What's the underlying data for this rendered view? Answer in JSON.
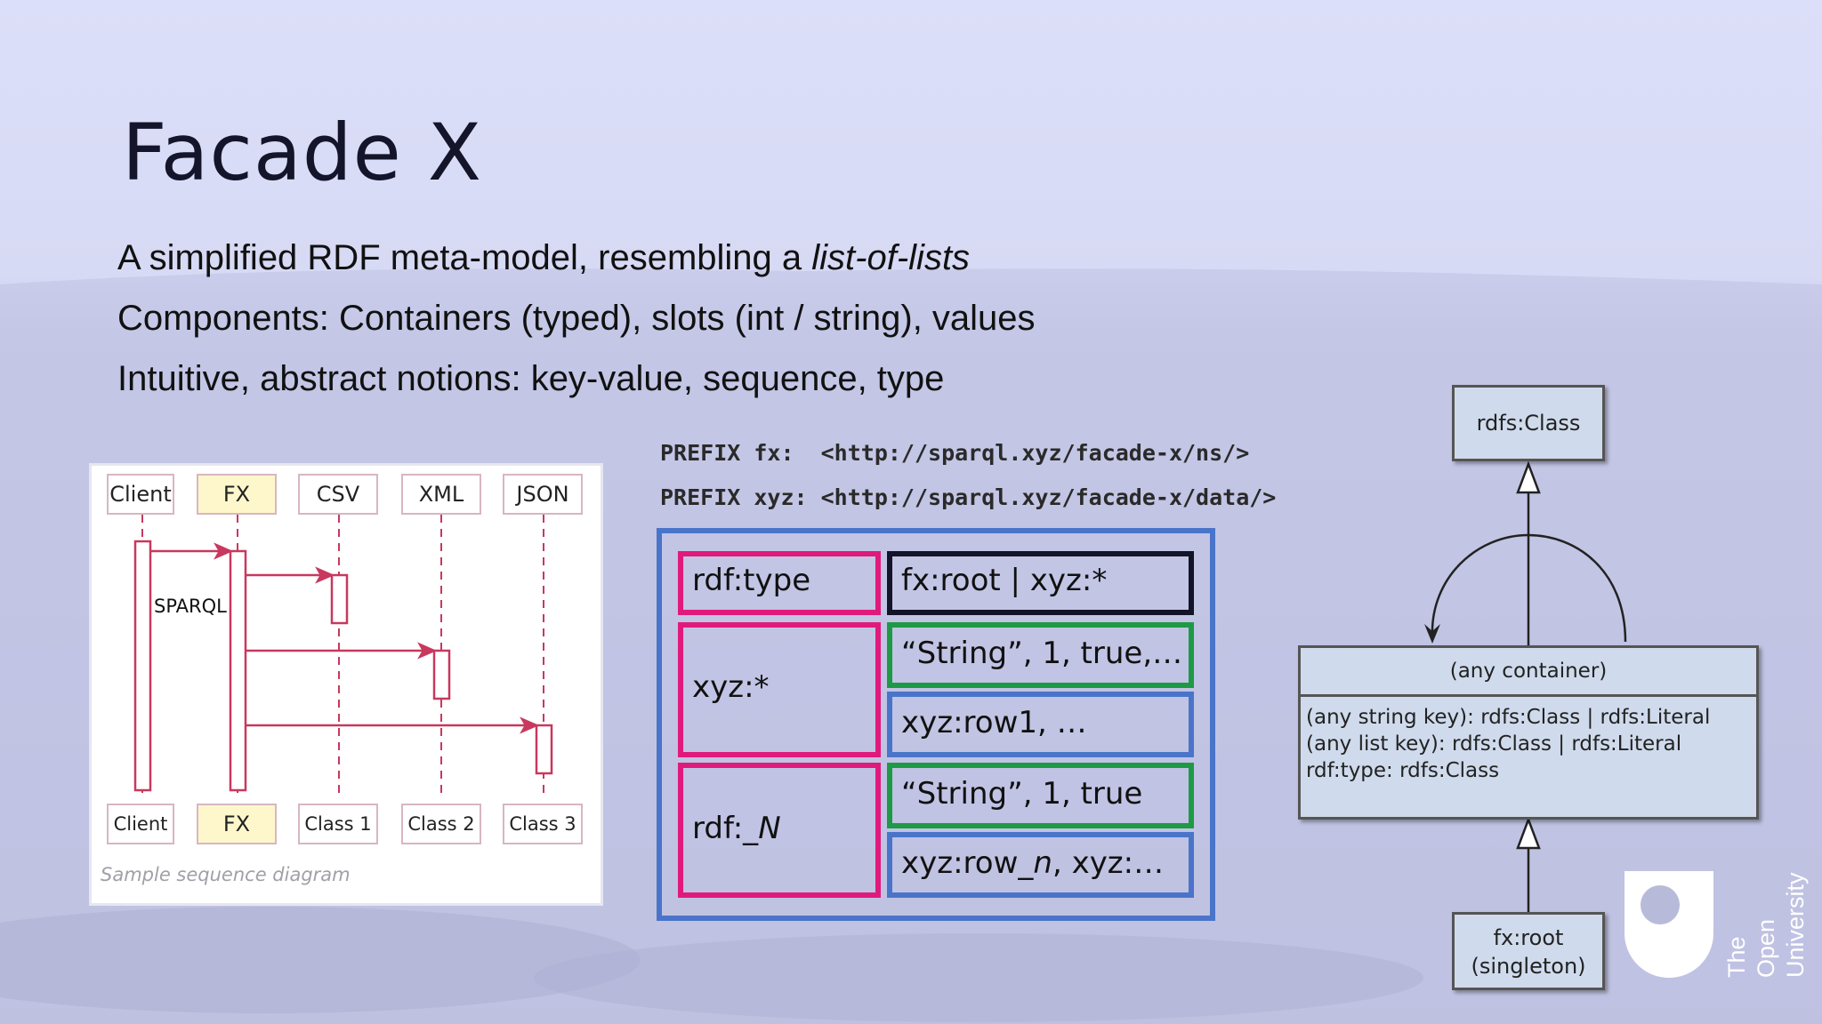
{
  "slide": {
    "title": "Facade X",
    "bullets": [
      {
        "pre": "A simplified RDF meta-model, resembling a ",
        "em": "list-of-lists"
      },
      {
        "pre": "Components: Containers (typed), slots (int / string), values",
        "em": ""
      },
      {
        "pre": "Intuitive, abstract notions: key-value, sequence, type",
        "em": ""
      }
    ],
    "prefixes": [
      "PREFIX fx:  <http://sparql.xyz/facade-x/ns/>",
      "PREFIX xyz: <http://sparql.xyz/facade-x/data/>"
    ]
  },
  "sequence_diagram": {
    "top_lifelines": [
      "Client",
      "FX",
      "CSV",
      "XML",
      "JSON"
    ],
    "bottom_lifelines": [
      "Client",
      "FX",
      "Class 1",
      "Class 2",
      "Class 3"
    ],
    "message_label": "SPARQL",
    "caption": "Sample sequence diagram"
  },
  "facade_table": {
    "keys": [
      "rdf:type",
      "xyz:*",
      "rdf:_N"
    ],
    "values": [
      "fx:root | xyz:*",
      "“String”, 1, true,…",
      "xyz:row1, …",
      "“String”, 1, true",
      "xyz:row_n, xyz:…"
    ],
    "rdf_n_prefix": "rdf:_",
    "rdf_n_italic": "N",
    "row_n_pre": "xyz:row_",
    "row_n_italic": "n",
    "row_n_post": ", xyz:…",
    "colors": {
      "outer": "#4a74c9",
      "key": "#e0197d",
      "root": "#141428",
      "literal": "#1e9a46",
      "list": "#4a74c9"
    }
  },
  "uml": {
    "class_box": "rdfs:Class",
    "container_title": "(any container)",
    "container_lines": [
      "(any string key): rdfs:Class | rdfs:Literal",
      "(any list key): rdfs:Class | rdfs:Literal",
      "rdf:type: rdfs:Class"
    ],
    "root_lines": [
      "fx:root",
      "(singleton)"
    ]
  },
  "logo": {
    "text_line1": "The Open",
    "text_line2": "University"
  }
}
